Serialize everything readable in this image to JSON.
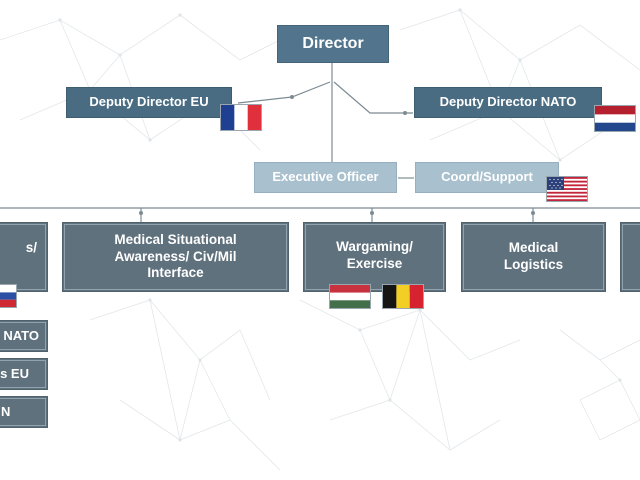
{
  "nodes": {
    "director": "Director",
    "deputy_eu": "Deputy Director EU",
    "deputy_nato": "Deputy Director NATO",
    "executive_officer": "Executive Officer",
    "coord_support": "Coord/Support",
    "left_partial": "s/",
    "medical_situational": "Medical Situational Awareness/ Civ/Mil Interface",
    "wargaming": "Wargaming/ Exercise",
    "medical_logistics": "Medical Logistics",
    "left_nato": "NATO",
    "left_eu": "s EU",
    "left_n": "N"
  },
  "flags": {
    "deputy_eu": "france",
    "deputy_nato": "netherlands",
    "coord_support": "united-states",
    "wargaming_1": "hungary",
    "wargaming_2": "belgium",
    "left_partial": "russia-partial"
  },
  "colors": {
    "primary_box": "#4a6c82",
    "light_box": "#a9c0cf",
    "unit_box": "#5f717d",
    "connector": "#7d8b93"
  }
}
